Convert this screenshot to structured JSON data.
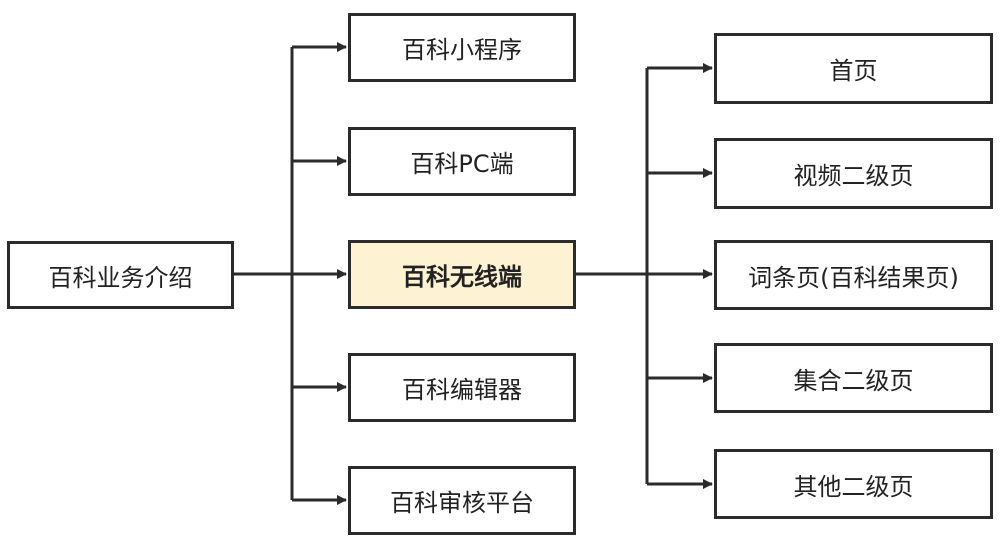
{
  "root": {
    "label": "百科业务介绍"
  },
  "products": [
    {
      "label": "百科小程序"
    },
    {
      "label": "百科PC端"
    },
    {
      "label": "百科无线端",
      "highlighted": true
    },
    {
      "label": "百科编辑器"
    },
    {
      "label": "百科审核平台"
    }
  ],
  "pages": [
    {
      "label": "首页"
    },
    {
      "label": "视频二级页"
    },
    {
      "label": "词条页(百科结果页)"
    },
    {
      "label": "集合二级页"
    },
    {
      "label": "其他二级页"
    }
  ],
  "colors": {
    "stroke": "#2b2b2b",
    "highlight_fill": "#fdf3d2",
    "box_fill": "#ffffff"
  }
}
